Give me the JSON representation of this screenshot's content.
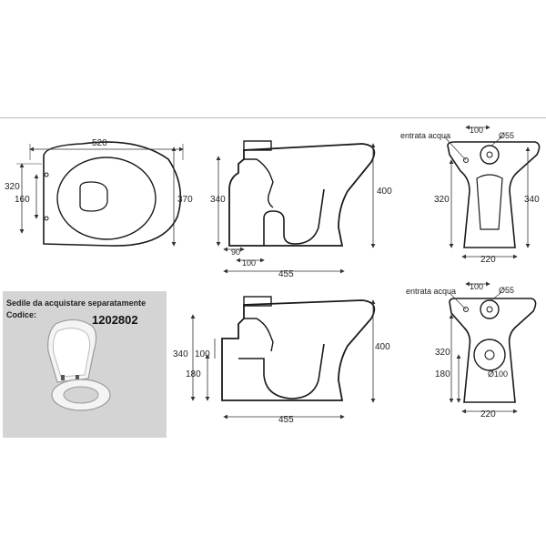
{
  "top_view": {
    "width": "520",
    "depth": "370",
    "rear_offset": "320",
    "fixing_spacing": "160"
  },
  "side_view_1": {
    "height": "400",
    "outlet_height": "340",
    "outlet_depth": "90",
    "outlet_offset": "100",
    "length": "455"
  },
  "rear_view_1": {
    "water_inlet_label": "entrata acqua",
    "inlet_offset": "100",
    "inlet_diameter": "Ø55",
    "left_height": "320",
    "right_height": "340",
    "base_width": "220"
  },
  "side_view_2": {
    "height": "400",
    "outlet_height": "340",
    "outlet_size": "100",
    "outlet_axis": "180",
    "length": "455"
  },
  "rear_view_2": {
    "water_inlet_label": "entrata acqua",
    "inlet_offset": "100",
    "inlet_diameter": "Ø55",
    "height": "320",
    "outlet_axis": "180",
    "outlet_diameter": "Ø100",
    "base_width": "220"
  },
  "seat_panel": {
    "title": "Sedile da acquistare separatamente",
    "code_label": "Codice:",
    "code": "1202802"
  },
  "colors": {
    "outline": "#1a1a1a",
    "dimension": "#333333",
    "panel": "#d4d4d4"
  }
}
